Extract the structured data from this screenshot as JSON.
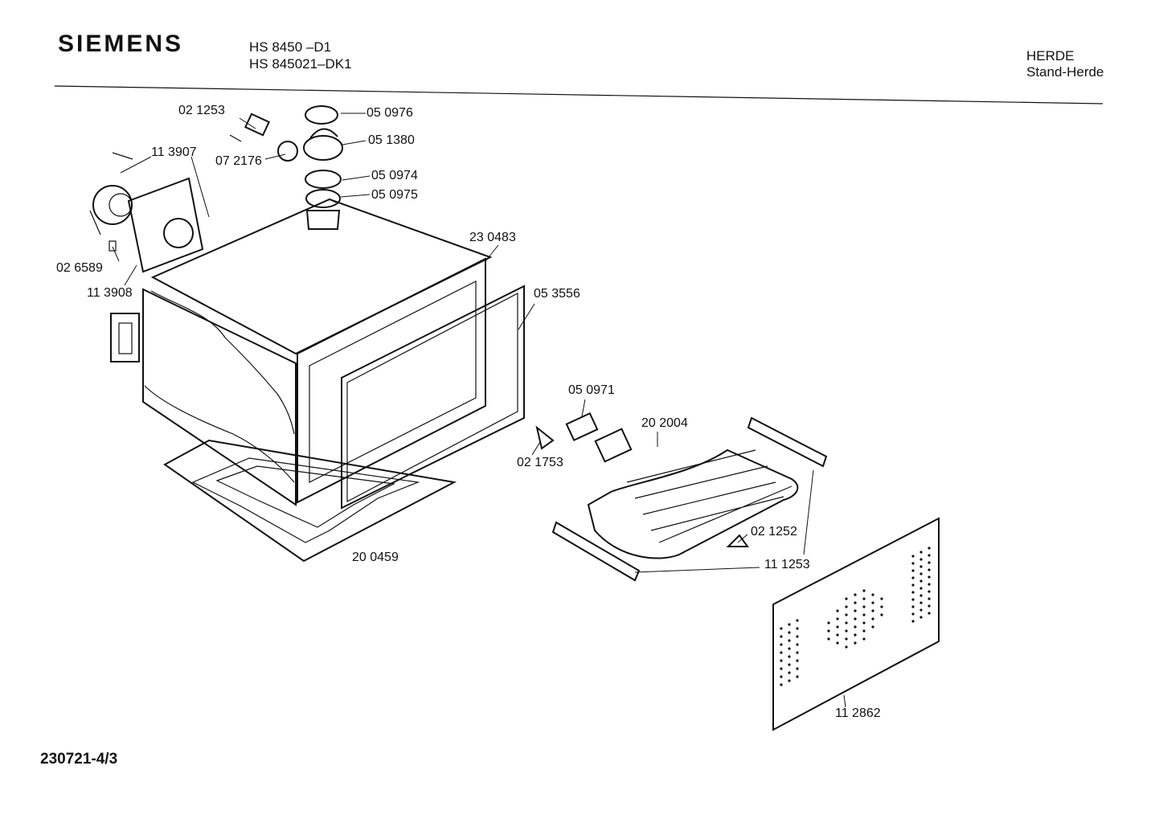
{
  "header": {
    "brand": "SIEMENS",
    "model_line_1": "HS 8450   –D1",
    "model_line_2": "HS 845021–DK1",
    "category": "HERDE",
    "subcategory": "Stand-Herde"
  },
  "footer": {
    "drawing_number": "230721-4/3"
  },
  "parts": [
    {
      "id": "p021253",
      "label": "02 1253"
    },
    {
      "id": "p050976",
      "label": "05 0976"
    },
    {
      "id": "p051380",
      "label": "05 1380"
    },
    {
      "id": "p113907",
      "label": "11 3907"
    },
    {
      "id": "p072176",
      "label": "07 2176"
    },
    {
      "id": "p050974",
      "label": "05 0974"
    },
    {
      "id": "p050975",
      "label": "05 0975"
    },
    {
      "id": "p230483",
      "label": "23 0483"
    },
    {
      "id": "p026589",
      "label": "02 6589"
    },
    {
      "id": "p113908",
      "label": "11 3908"
    },
    {
      "id": "p053556",
      "label": "05 3556"
    },
    {
      "id": "p050971",
      "label": "05 0971"
    },
    {
      "id": "p202004",
      "label": "20 2004"
    },
    {
      "id": "p021753",
      "label": "02 1753"
    },
    {
      "id": "p021252",
      "label": "02 1252"
    },
    {
      "id": "p111253",
      "label": "11 1253"
    },
    {
      "id": "p200459",
      "label": "20 0459"
    },
    {
      "id": "p112862",
      "label": "11 2862"
    }
  ]
}
